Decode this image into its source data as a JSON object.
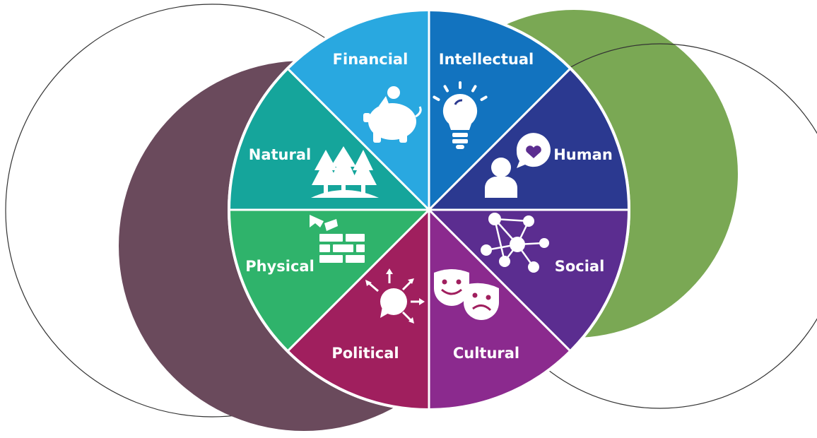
{
  "diagram": {
    "colors": {
      "background": "#ffffff",
      "plum_circle": "#6a4a5c",
      "green_circle": "#7aa854",
      "outline_circle": "#333333",
      "divider": "#ffffff"
    },
    "segments": [
      {
        "id": "financial",
        "label": "Financial",
        "color": "#1273bf",
        "icon": "piggy-bank-icon"
      },
      {
        "id": "intellectual",
        "label": "Intellectual",
        "color": "#2b3990",
        "icon": "lightbulb-icon"
      },
      {
        "id": "human",
        "label": "Human",
        "color": "#5b2d90",
        "icon": "person-speech-heart-icon"
      },
      {
        "id": "social",
        "label": "Social",
        "color": "#8b2a8e",
        "icon": "network-icon"
      },
      {
        "id": "cultural",
        "label": "Cultural",
        "color": "#a01f5e",
        "icon": "theater-masks-icon"
      },
      {
        "id": "political",
        "label": "Political",
        "color": "#2fb36b",
        "icon": "broadcast-bubble-icon"
      },
      {
        "id": "physical",
        "label": "Physical",
        "color": "#15a59b",
        "icon": "brick-wall-icon"
      },
      {
        "id": "natural",
        "label": "Natural",
        "color": "#29a8e0",
        "icon": "trees-icon"
      }
    ]
  }
}
